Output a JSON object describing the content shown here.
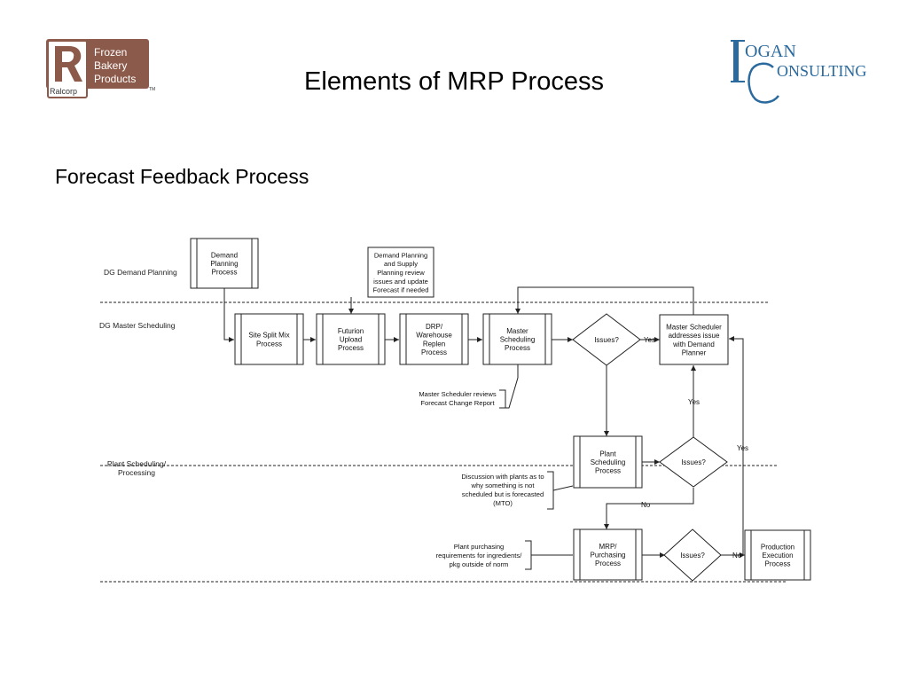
{
  "slide": {
    "title": "Elements of MRP Process",
    "subtitle": "Forecast Feedback Process"
  },
  "logos": {
    "left": {
      "line1": "Frozen",
      "line2": "Bakery",
      "line3": "Products",
      "brand": "Ralcorp",
      "mark": "TM",
      "color": "#8c5a4a"
    },
    "right": {
      "line1": "OGAN",
      "line2": "ONSULTING",
      "color": "#2b6a9e"
    }
  },
  "lanes": [
    {
      "id": "demand",
      "label": [
        "DG Demand Planning"
      ]
    },
    {
      "id": "master",
      "label": [
        "DG Master Scheduling"
      ]
    },
    {
      "id": "plant",
      "label": [
        "Plant Scheduling/",
        "Processing"
      ]
    }
  ],
  "processes": [
    {
      "id": "demand_planning",
      "lines": [
        "Demand",
        "Planning",
        "Process"
      ]
    },
    {
      "id": "site_split",
      "lines": [
        "Site Split Mix",
        "Process"
      ]
    },
    {
      "id": "futurion",
      "lines": [
        "Futurion",
        "Upload",
        "Process"
      ]
    },
    {
      "id": "drp",
      "lines": [
        "DRP/",
        "Warehouse",
        "Replen",
        "Process"
      ]
    },
    {
      "id": "master_sched",
      "lines": [
        "Master",
        "Scheduling",
        "Process"
      ]
    },
    {
      "id": "ms_addresses",
      "lines": [
        "Master Scheduler",
        "addresses issue",
        "with Demand",
        "Planner"
      ]
    },
    {
      "id": "plant_sched",
      "lines": [
        "Plant",
        "Scheduling",
        "Process"
      ]
    },
    {
      "id": "mrp",
      "lines": [
        "MRP/",
        "Purchasing",
        "Process"
      ]
    },
    {
      "id": "production",
      "lines": [
        "Production",
        "Execution",
        "Process"
      ]
    }
  ],
  "decisions": [
    {
      "id": "d1",
      "label": "Issues?"
    },
    {
      "id": "d2",
      "label": "Issues?"
    },
    {
      "id": "d3",
      "label": "Issues?"
    }
  ],
  "notes": [
    {
      "id": "note_review",
      "lines": [
        "Demand Planning",
        "and Supply",
        "Planning review",
        "issues and update",
        "Forecast if needed"
      ]
    },
    {
      "id": "note_change",
      "lines": [
        "Master Scheduler reviews",
        "Forecast Change Report"
      ]
    },
    {
      "id": "note_discussion",
      "lines": [
        "Discussion with plants as to",
        "why something is not",
        "scheduled but is forecasted",
        "(MTO)"
      ]
    },
    {
      "id": "note_purchasing",
      "lines": [
        "Plant purchasing",
        "requirements for ingredients/",
        "pkg outside of norm"
      ]
    }
  ],
  "edge_labels": {
    "d1_yes": "Yes",
    "d2_yes": "Yes",
    "d2_no": "No",
    "d3_yes": "Yes",
    "d3_no": "No"
  },
  "colors": {
    "stroke": "#222222",
    "background": "#ffffff"
  }
}
